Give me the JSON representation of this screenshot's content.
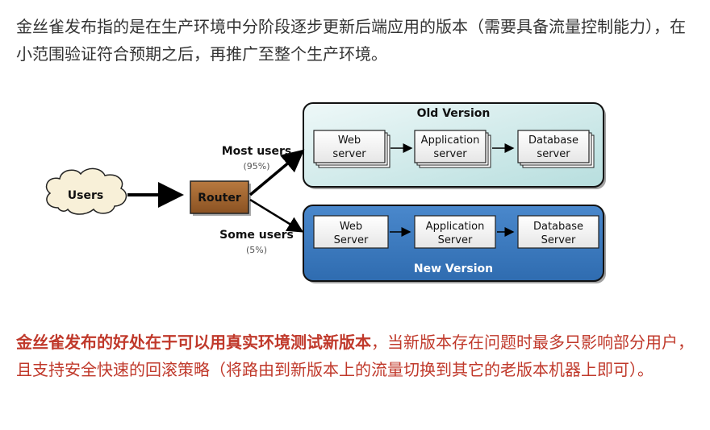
{
  "intro": "金丝雀发布指的是在生产环境中分阶段逐步更新后端应用的版本（需要具备流量控制能力），在小范围验证符合预期之后，再推广至整个生产环境。",
  "diagram": {
    "users": "Users",
    "router": "Router",
    "most_users": "Most users",
    "most_pct": "(95%)",
    "some_users": "Some users",
    "some_pct": "(5%)",
    "old_title": "Old Version",
    "new_title": "New  Version",
    "old_web_1": "Web",
    "old_web_2": "server",
    "old_app_1": "Application",
    "old_app_2": "server",
    "old_db_1": "Database",
    "old_db_2": "server",
    "new_web_1": "Web",
    "new_web_2": "Server",
    "new_app_1": "Application",
    "new_app_2": "Server",
    "new_db_1": "Database",
    "new_db_2": "Server",
    "colors": {
      "old_bg": "#d3ecec",
      "new_bg": "#3a78bf",
      "router": "#a0632c"
    }
  },
  "note": {
    "bold": "金丝雀发布的好处在于可以用真实环境测试新版本",
    "rest": "，当新版本存在问题时最多只影响部分用户，且支持安全快速的回滚策略（将路由到新版本上的流量切换到其它的老版本机器上即可）。"
  }
}
